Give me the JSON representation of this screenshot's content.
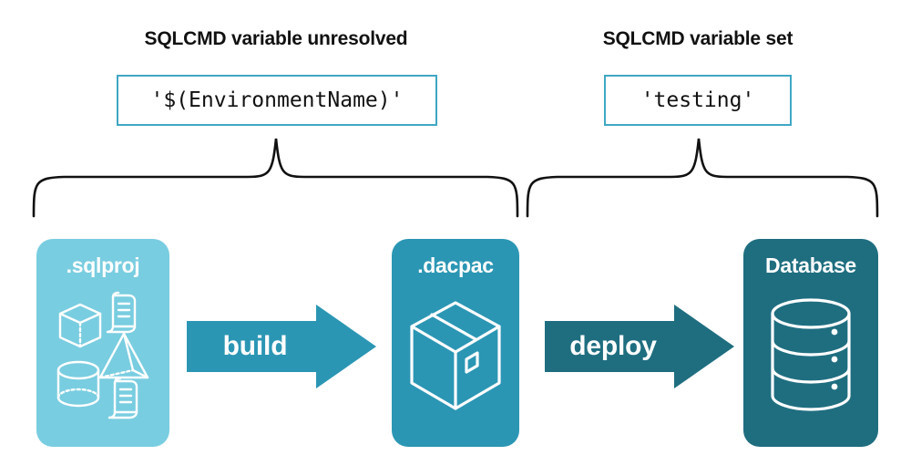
{
  "diagram": {
    "sections": [
      {
        "id": "left",
        "title": "SQLCMD variable unresolved",
        "value": "'$(EnvironmentName)'"
      },
      {
        "id": "right",
        "title": "SQLCMD variable set",
        "value": "'testing'"
      }
    ],
    "stages": [
      {
        "id": "sqlproj",
        "label": ".sqlproj",
        "color": "#79cde0",
        "icons": [
          "cube-icon",
          "pyramid-icon",
          "cylinder-icon",
          "script-scroll-icon",
          "script-scroll-icon"
        ]
      },
      {
        "id": "dacpac",
        "label": ".dacpac",
        "color": "#2b96b4",
        "icons": [
          "package-box-icon"
        ]
      },
      {
        "id": "database",
        "label": "Database",
        "color": "#1f6e80",
        "icons": [
          "database-cylinder-icon"
        ]
      }
    ],
    "arrows": [
      {
        "id": "build",
        "label": "build",
        "color": "#2b96b4"
      },
      {
        "id": "deploy",
        "label": "deploy",
        "color": "#1f6e80"
      }
    ],
    "colors": {
      "code_box_border": "#3fa7c4",
      "brace_stroke": "#111111",
      "text": "#111111",
      "background": "#ffffff"
    }
  }
}
